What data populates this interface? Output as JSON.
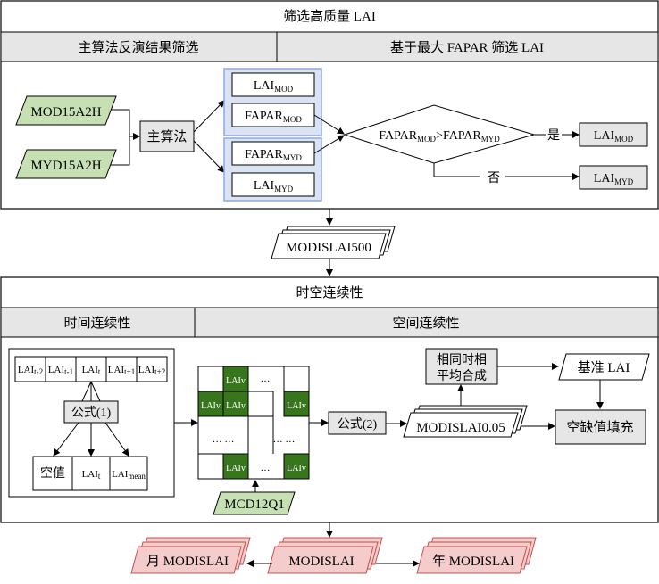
{
  "section1": {
    "title": "筛选高质量 LAI",
    "left_header": "主算法反演结果筛选",
    "right_header": "基于最大 FAPAR 筛选 LAI",
    "inputs": [
      "MOD15A2H",
      "MYD15A2H"
    ],
    "main_algo": "主算法",
    "mod_group": [
      {
        "base": "LAI",
        "sub": "MOD"
      },
      {
        "base": "FAPAR",
        "sub": "MOD"
      }
    ],
    "myd_group": [
      {
        "base": "FAPAR",
        "sub": "MYD"
      },
      {
        "base": "LAI",
        "sub": "MYD"
      }
    ],
    "decision": {
      "a": "FAPAR",
      "a_sub": "MOD",
      "op": ">",
      "b": "FAPAR",
      "b_sub": "MYD"
    },
    "yes_label": "是",
    "no_label": "否",
    "yes_out": {
      "base": "LAI",
      "sub": "MOD"
    },
    "no_out": {
      "base": "LAI",
      "sub": "MYD"
    }
  },
  "mid_product": "MODISLAI500",
  "section2": {
    "title": "时空连续性",
    "left_header": "时间连续性",
    "right_header": "空间连续性",
    "time_cells": [
      {
        "base": "LAI",
        "sub": "t-2"
      },
      {
        "base": "LAI",
        "sub": "t-1"
      },
      {
        "base": "LAI",
        "sub": "t"
      },
      {
        "base": "LAI",
        "sub": "t+1"
      },
      {
        "base": "LAI",
        "sub": "t+2"
      }
    ],
    "formula1": "公式(1)",
    "outputs": [
      {
        "base": "空值",
        "sub": ""
      },
      {
        "base": "LAI",
        "sub": "t"
      },
      {
        "base": "LAI",
        "sub": "mean"
      }
    ],
    "grid_label": "LAIv",
    "ellipsis": "…",
    "grid_dots": "… …",
    "mcd": "MCD12Q1",
    "formula2": "公式(2)",
    "modis005": "MODISLAI0.05",
    "avg_box": [
      "相同时相",
      "平均合成"
    ],
    "base_lai": "基准 LAI",
    "fill": "空缺值填充"
  },
  "bottom": {
    "center": "MODISLAI",
    "left": "月 MODISLAI",
    "right": "年 MODISLAI"
  },
  "colors": {
    "green_input": "#c6e0b4",
    "group_fill": "#dae3f3",
    "group_stroke": "#8faadc",
    "gray_box": "#e6e6e6",
    "header_fill": "#e6e6e6",
    "grid_green": "#38761d",
    "pink": "#f4cccc",
    "pink_stroke": "#c0504d"
  }
}
